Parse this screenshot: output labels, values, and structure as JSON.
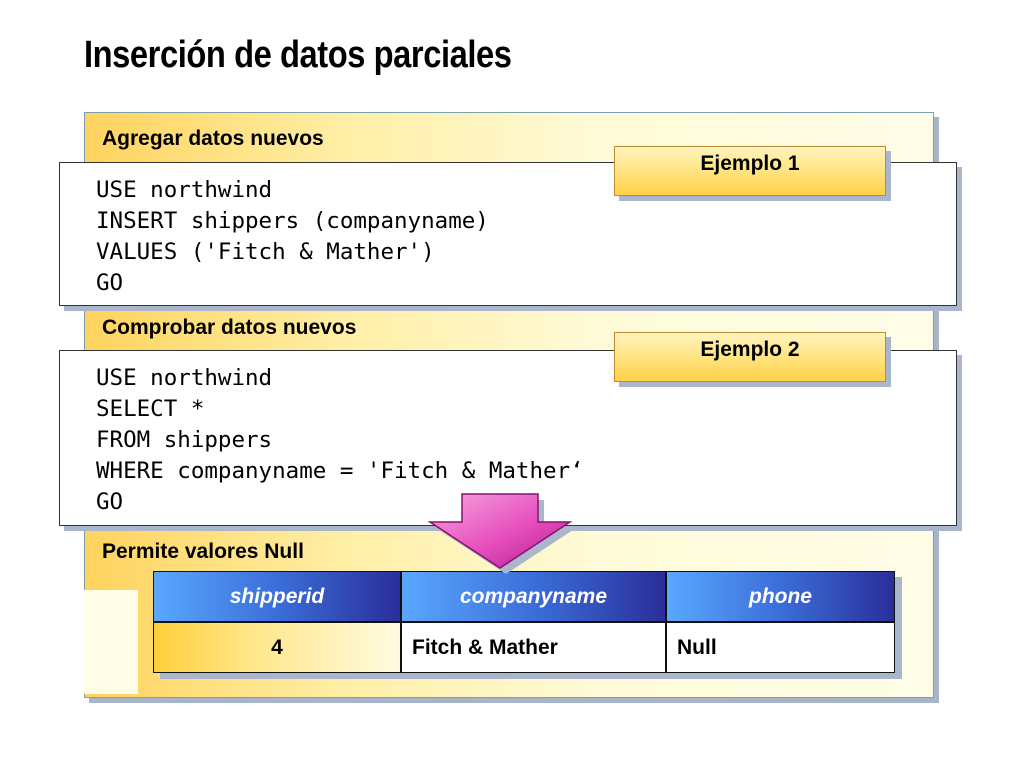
{
  "title": "Inserción de datos parciales",
  "sections": {
    "add": {
      "label": "Agregar datos nuevos",
      "example": "Ejemplo 1",
      "code": [
        "USE northwind",
        "INSERT shippers (companyname)",
        "VALUES ('Fitch & Mather')",
        "GO"
      ]
    },
    "check": {
      "label": "Comprobar datos nuevos",
      "example": "Ejemplo 2",
      "code": [
        "USE northwind",
        "SELECT *",
        "FROM shippers",
        "WHERE companyname = 'Fitch & Mather‘",
        "GO"
      ]
    },
    "nulls": {
      "label": "Permite valores Null"
    }
  },
  "result_table": {
    "headers": [
      "shipperid",
      "companyname",
      "phone"
    ],
    "rows": [
      [
        "4",
        "Fitch & Mather",
        "Null"
      ]
    ]
  },
  "colors": {
    "panel_gold": "#ffd35e",
    "header_blue": "#3b6ed8",
    "arrow_pink": "#e040b0"
  },
  "icons": {
    "arrow": "down-arrow-icon"
  }
}
